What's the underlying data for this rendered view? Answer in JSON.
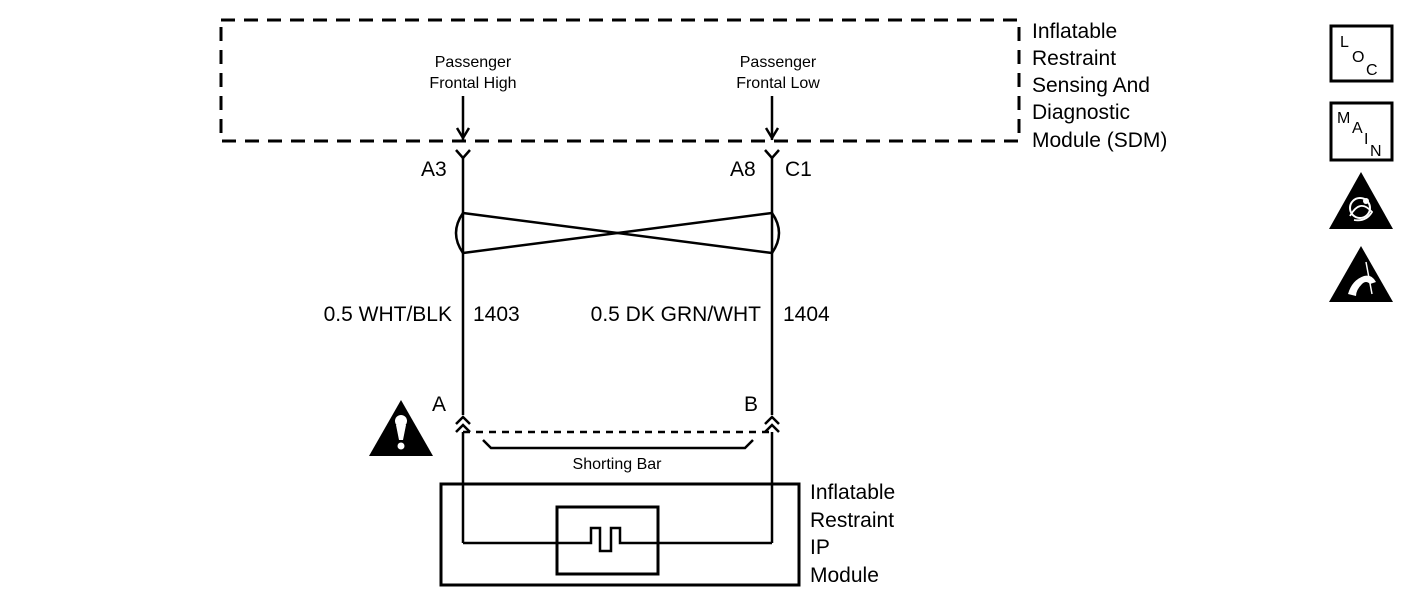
{
  "sdm": {
    "name_lines": [
      "Inflatable",
      "Restraint",
      "Sensing And",
      "Diagnostic",
      "Module (SDM)"
    ],
    "pin_left_signal": [
      "Passenger",
      "Frontal High"
    ],
    "pin_right_signal": [
      "Passenger",
      "Frontal Low"
    ],
    "pin_left": "A3",
    "pin_right": "A8",
    "connector_right": "C1"
  },
  "wires": {
    "left_label": "0.5 WHT/BLK",
    "left_circuit": "1403",
    "right_label": "0.5 DK GRN/WHT",
    "right_circuit": "1404"
  },
  "module": {
    "pin_left": "A",
    "pin_right": "B",
    "shorting_bar": "Shorting Bar",
    "name_lines": [
      "Inflatable",
      "Restraint",
      "IP",
      "Module"
    ]
  },
  "icons": {
    "loc": [
      "L",
      "O",
      "C"
    ],
    "main": [
      "M",
      "A",
      "I",
      "N"
    ]
  }
}
